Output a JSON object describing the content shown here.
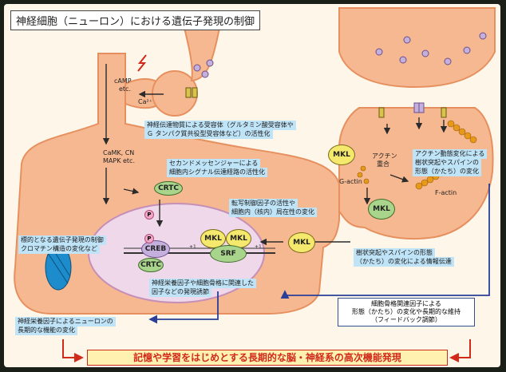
{
  "title": "神経細胞（ニューロン）における遺伝子発現の制御",
  "labels": {
    "camp": "cAMP",
    "etc": "etc.",
    "ca": "Ca²⁺",
    "camk1": "CaMK, CN",
    "camk2": "MAPK etc.",
    "actin_polymer": "アクチン",
    "actin_polymer2": "重合",
    "g_actin": "G-actin",
    "f_actin": "F-actin",
    "p": "P",
    "pa": "+1"
  },
  "proteins": {
    "mkl": "MKL",
    "crtc": "CRTC",
    "creb": "CREB",
    "srf": "SRF"
  },
  "boxes": {
    "receptor1": "神経伝達物質による受容体（グルタミン酸受容体や",
    "receptor2": "Ｇ タンパク質共役型受容体など）の活性化",
    "second1": "セカンドメッセンジャーによる",
    "second2": "細胞内シグナル伝達経路の活性化",
    "tf1": "転写制御因子の活性や",
    "tf2": "細胞内（核内）局在性の変化",
    "target1": "標的となる遺伝子発現の制御",
    "target2": "クロマチン構造の変化など",
    "neuro1": "神経栄養因子や細胞骨格に関連した",
    "neuro2": "因子などの発現誘節",
    "spine1": "樹状突起やスパインの形態",
    "spine2": "（かたち）の変化による情報伝達",
    "actin1": "アクチン動態変化による",
    "actin2": "樹状突起やスパインの",
    "actin3": "形態（かたち）の変化",
    "long1": "神経栄養因子によるニューロンの",
    "long2": "長期的な機能の変化"
  },
  "feedback": {
    "line1": "細胞骨格関連因子による",
    "line2": "形態（かたち）の変化や長期的な維持",
    "line3": "（フィードバック調節）"
  },
  "bottom_message": "記憶や学習をはじめとする長期的な脳・神経系の高次機能発現",
  "colors": {
    "cell": "#f6b890",
    "cell_edge": "#e7905f",
    "nucleus": "#eed8ea",
    "arrow": "#2b2b2b",
    "feedback_arrow": "#2a3f98",
    "highlight": "#d12a1a"
  }
}
